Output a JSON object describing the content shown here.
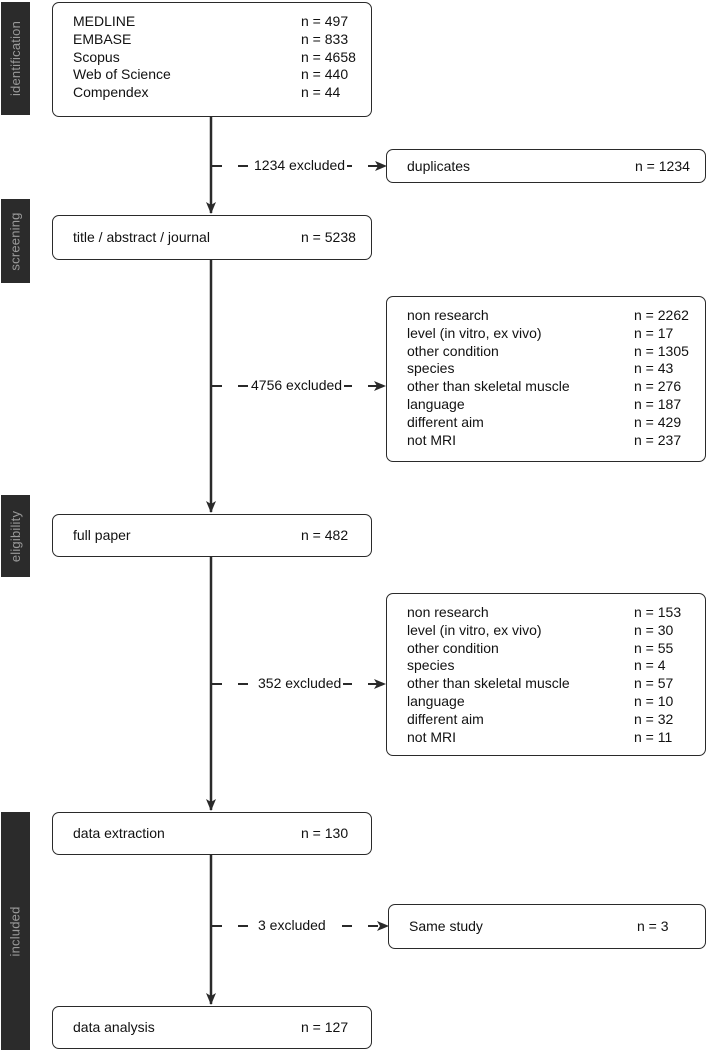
{
  "phases": {
    "identification": "identification",
    "screening": "screening",
    "eligibility": "eligibility",
    "included": "included"
  },
  "sources": [
    {
      "name": "MEDLINE",
      "n": "n = 497"
    },
    {
      "name": "EMBASE",
      "n": "n = 833"
    },
    {
      "name": "Scopus",
      "n": "n = 4658"
    },
    {
      "name": "Web of Science",
      "n": "n = 440"
    },
    {
      "name": "Compendex",
      "n": "n = 44"
    }
  ],
  "steps": {
    "title_abstract": {
      "label": "title / abstract / journal",
      "n": "n = 5238"
    },
    "full_paper": {
      "label": "full paper",
      "n": "n = 482"
    },
    "data_extraction": {
      "label": "data extraction",
      "n": "n = 130"
    },
    "data_analysis": {
      "label": "data analysis",
      "n": "n = 127"
    }
  },
  "exclusions": {
    "first": "1234 excluded",
    "second": "4756 excluded",
    "third": "352 excluded",
    "fourth": "3 excluded"
  },
  "duplicates": {
    "label": "duplicates",
    "n": "n = 1234"
  },
  "screening_reasons": [
    {
      "reason": "non research",
      "n": "n = 2262"
    },
    {
      "reason": "level (in vitro, ex vivo)",
      "n": "n = 17"
    },
    {
      "reason": "other condition",
      "n": "n = 1305"
    },
    {
      "reason": "species",
      "n": "n = 43"
    },
    {
      "reason": "other than skeletal muscle",
      "n": "n = 276"
    },
    {
      "reason": "language",
      "n": "n = 187"
    },
    {
      "reason": "different aim",
      "n": "n = 429"
    },
    {
      "reason": "not MRI",
      "n": "n = 237"
    }
  ],
  "eligibility_reasons": [
    {
      "reason": "non research",
      "n": "n = 153"
    },
    {
      "reason": "level (in vitro, ex vivo)",
      "n": "n = 30"
    },
    {
      "reason": "other condition",
      "n": "n = 55"
    },
    {
      "reason": "species",
      "n": "n = 4"
    },
    {
      "reason": "other than skeletal muscle",
      "n": "n = 57"
    },
    {
      "reason": "language",
      "n": "n = 10"
    },
    {
      "reason": "different aim",
      "n": "n = 32"
    },
    {
      "reason": "not MRI",
      "n": "n = 11"
    }
  ],
  "same_study": {
    "label": "Same study",
    "n": "n = 3"
  }
}
